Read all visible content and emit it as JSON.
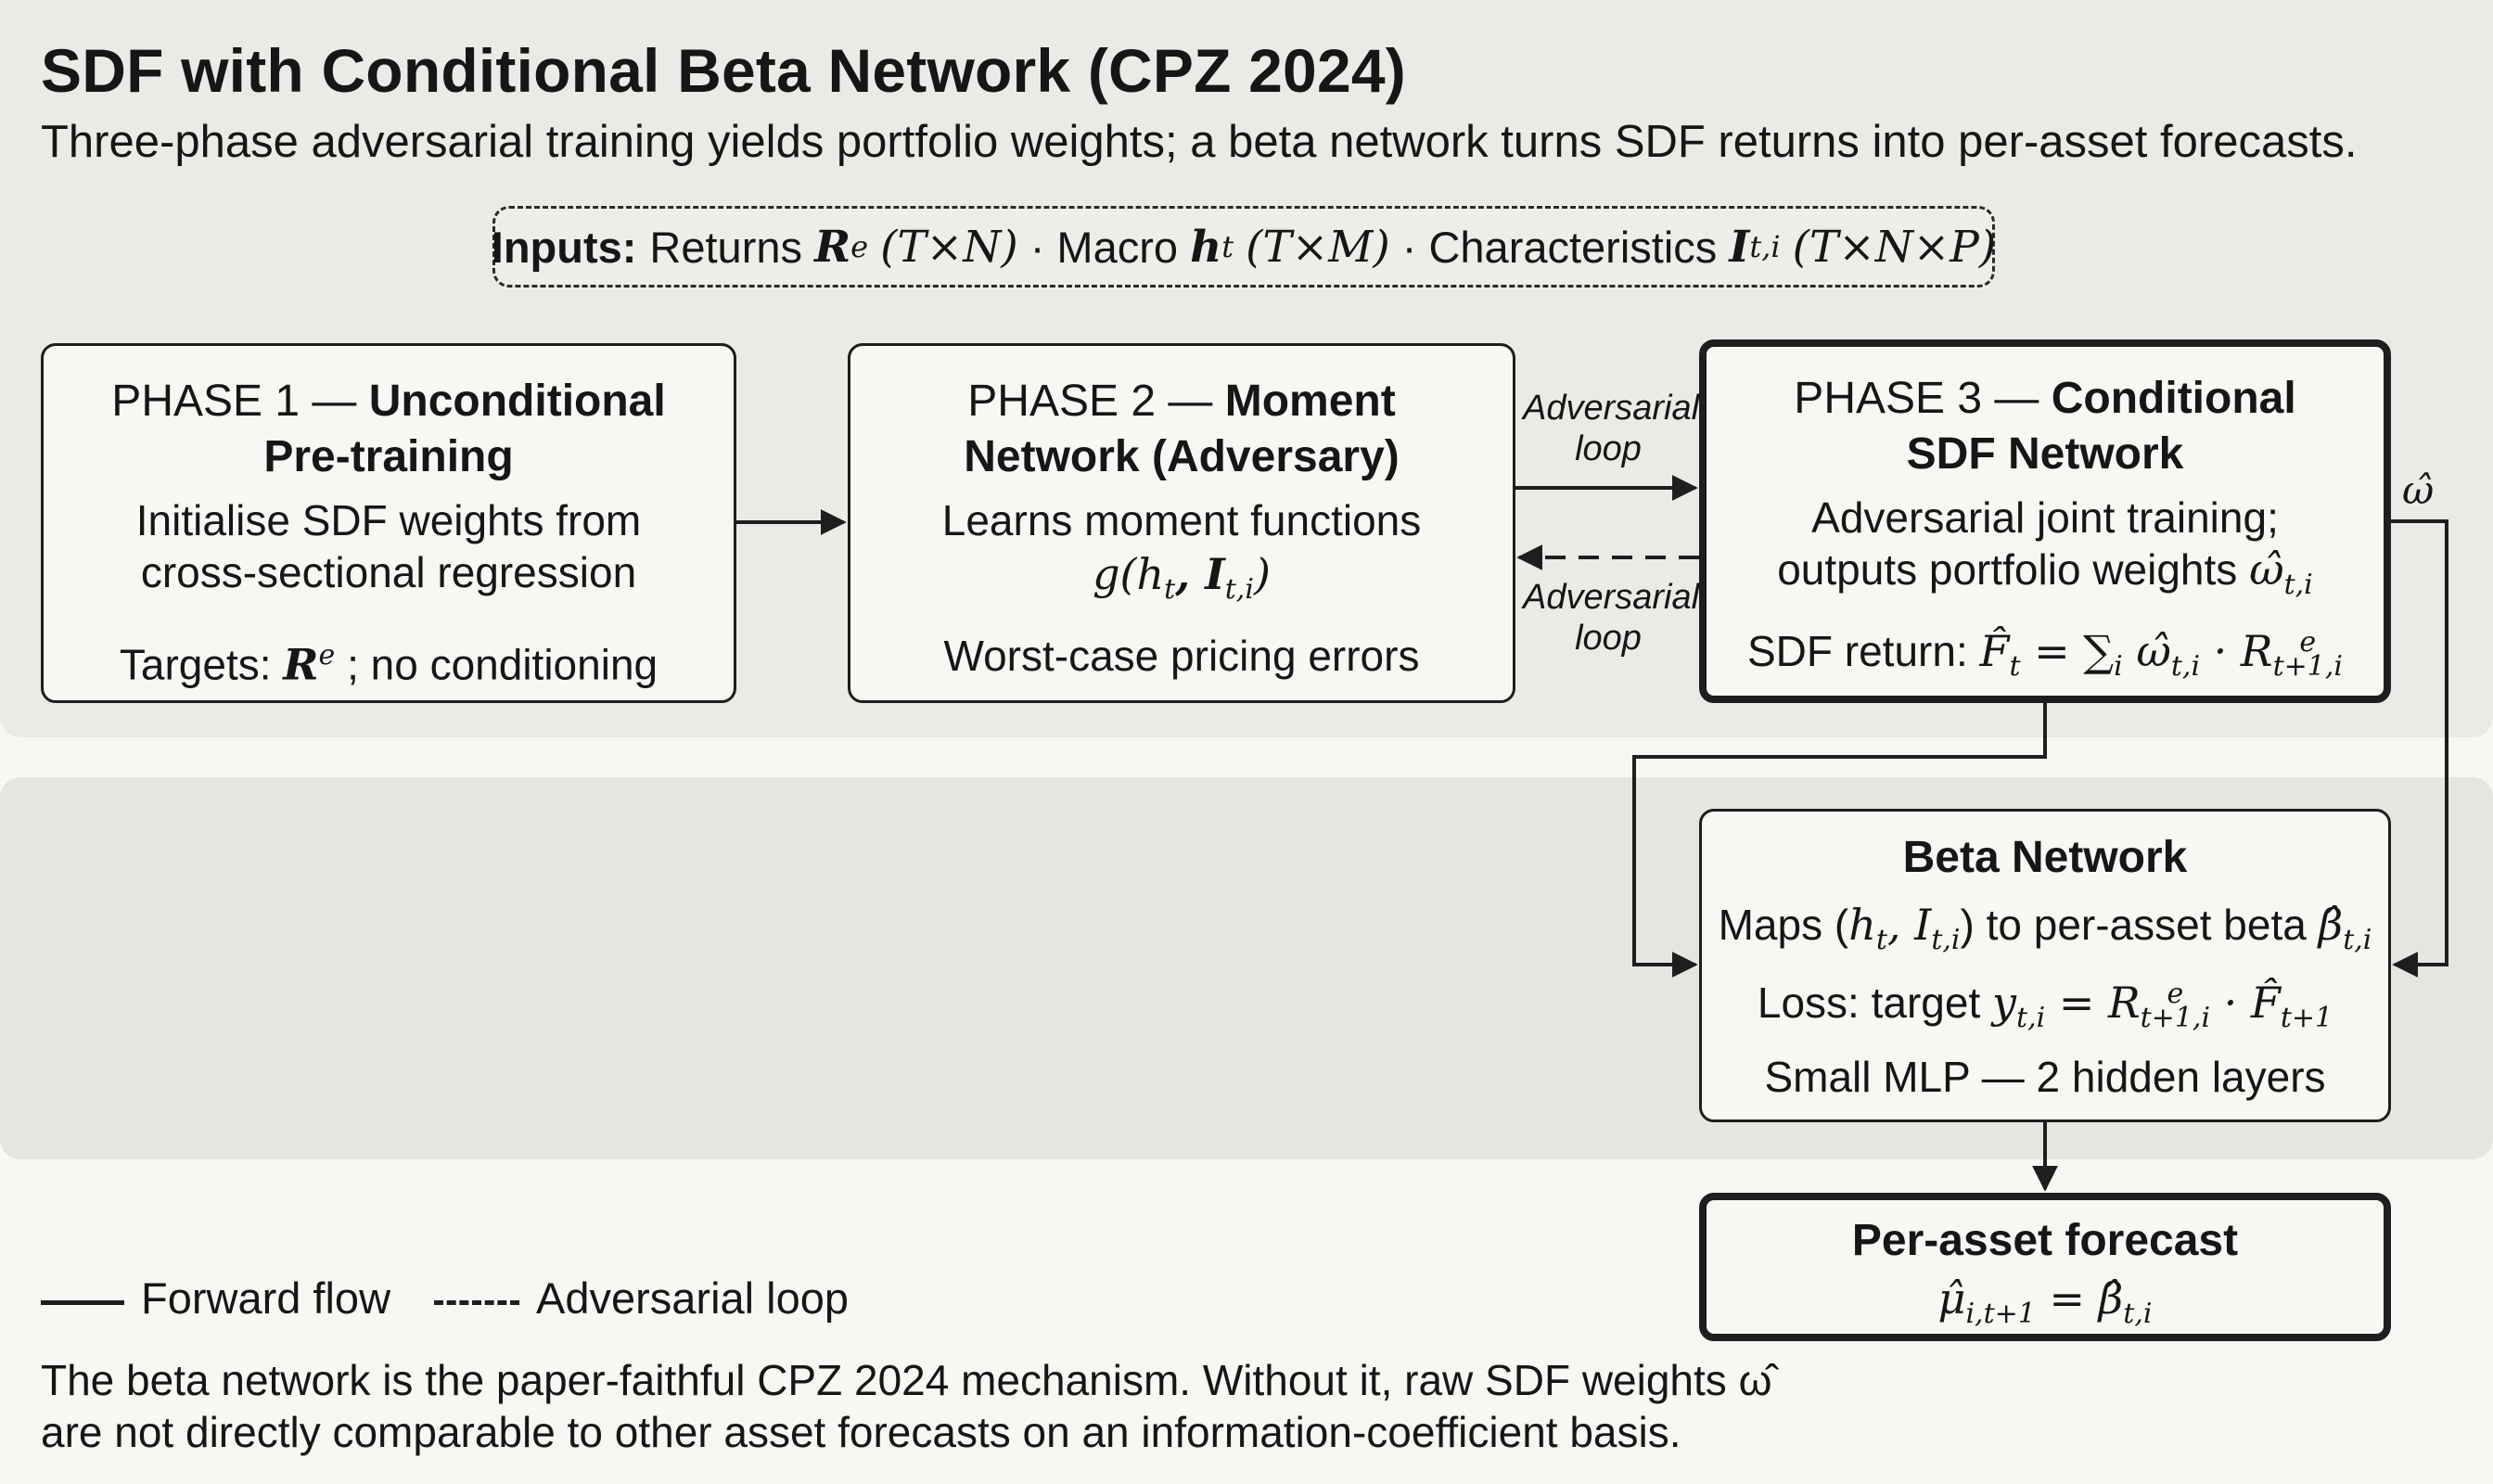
{
  "title": "SDF with Conditional Beta Network (CPZ 2024)",
  "subtitle": "Three-phase adversarial training yields portfolio weights; a beta network turns SDF returns into per-asset forecasts.",
  "inputs": {
    "label": "Inputs:",
    "returns_text": "Returns",
    "returns_sym": "R",
    "returns_sup": "e",
    "returns_dim": "(T×N)",
    "macro_text": "· Macro",
    "macro_sym": "h",
    "macro_sub": "t",
    "macro_dim": "(T×M)",
    "chars_text": "· Characteristics",
    "chars_sym": "I",
    "chars_sub": "t,i",
    "chars_dim": "(T×N×P)"
  },
  "phase1": {
    "prefix": "PHASE 1 —",
    "name_a": "Unconditional",
    "name_b": "Pre-training",
    "desc_a": "Initialise SDF weights from",
    "desc_b": "cross-sectional regression",
    "targets_label": "Targets:",
    "targets_sym": "R",
    "targets_sup": "e",
    "targets_rest": "; no conditioning"
  },
  "phase2": {
    "prefix": "PHASE 2 —",
    "name_a": "Moment",
    "name_b": "Network (Adversary)",
    "desc_a": "Learns moment functions",
    "desc_formula": "g(h",
    "desc_formula_sub1": "t",
    "desc_formula_mid": ", I",
    "desc_formula_sub2": "t,i",
    "desc_formula_end": ")",
    "desc_c": "Worst-case pricing errors"
  },
  "phase3": {
    "prefix": "PHASE 3 —",
    "name_a": "Conditional",
    "name_b": "SDF Network",
    "desc_a": "Adversarial joint training;",
    "desc_b": "outputs portfolio weights",
    "desc_b_sym": "ω̂",
    "desc_b_sub": "t,i",
    "sdf_label": "SDF return:",
    "sdf_formula": "F̂",
    "sdf_formula_sub": "t",
    "sdf_formula_eq": " = ∑",
    "sdf_formula_sum_sub": "i",
    "sdf_formula_w": " ω̂",
    "sdf_formula_w_sub": "t,i",
    "sdf_formula_dot": " · R",
    "sdf_formula_r_sup": "e",
    "sdf_formula_r_sub": "t+1,i"
  },
  "loop_top": "Adversarial\nloop",
  "loop_bottom": "Adversarial\nloop",
  "omega_label": "ω̂",
  "beta": {
    "name": "Beta Network",
    "map_a": "Maps (",
    "map_h": "h",
    "map_h_sub": "t",
    "map_comma": ", I",
    "map_i_sub": "t,i",
    "map_b": ") to per-asset beta",
    "map_beta": "β̂",
    "map_beta_sub": "t,i",
    "loss_label": "Loss: target",
    "loss_y": "y",
    "loss_y_sub": "t,i",
    "loss_eq": " = R",
    "loss_r_sup": "e",
    "loss_r_sub": "t+1,i",
    "loss_dot": " · F̂",
    "loss_f_sub": "t+1",
    "mlp": "Small MLP — 2 hidden layers"
  },
  "forecast": {
    "name": "Per-asset forecast",
    "mu": "μ̂",
    "mu_sub": "i,t+1",
    "eq": " = β̂",
    "beta_sub": "t,i"
  },
  "legend": {
    "forward": "Forward flow",
    "adversarial": "Adversarial loop"
  },
  "footnote_a": "The beta network is the paper-faithful CPZ 2024 mechanism. Without it, raw SDF weights ω̂",
  "footnote_b": "are not directly comparable to other asset forecasts on an information-coefficient basis."
}
